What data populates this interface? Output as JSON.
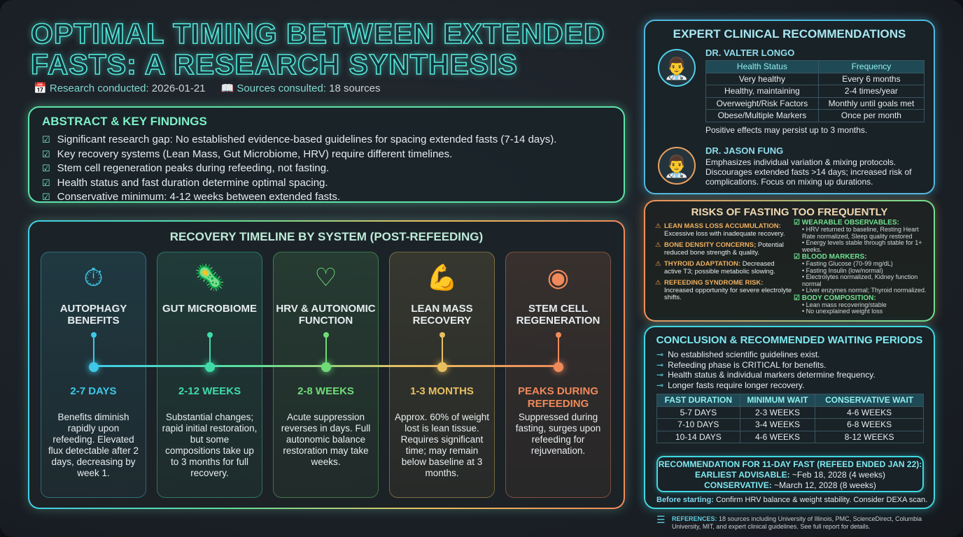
{
  "title": {
    "line1": "OPTIMAL TIMING BETWEEN EXTENDED",
    "line2": "FASTS: A RESEARCH SYNTHESIS"
  },
  "meta": {
    "research_label": "Research conducted:",
    "research_date": "2026-01-21",
    "sources_label": "Sources consulted:",
    "sources_value": "18 sources"
  },
  "abstract": {
    "heading": "ABSTRACT & KEY FINDINGS",
    "items": [
      "Significant research gap: No established evidence-based guidelines for spacing extended fasts (7-14 days).",
      "Key recovery systems (Lean Mass, Gut Microbiome, HRV) require different timelines.",
      "Stem cell regeneration peaks during refeeding, not fasting.",
      "Health status and fast duration determine optimal spacing.",
      "Conservative minimum: 4-12 weeks between extended fasts."
    ]
  },
  "timeline": {
    "heading": "RECOVERY TIMELINE BY SYSTEM (POST-REFEEDING)",
    "cards": [
      {
        "icon": "stopwatch-icon",
        "name": "AUTOPHAGY BENEFITS",
        "duration": "2-7 DAYS",
        "desc": "Benefits diminish rapidly upon refeeding. Elevated flux detectable after 2 days, decreasing by week 1.",
        "color": "#3fc8e8"
      },
      {
        "icon": "microbe-icon",
        "name": "GUT MICROBIOME",
        "duration": "2-12 WEEKS",
        "desc": "Substantial changes; rapid initial restoration, but some compositions take up to 3 months for full recovery.",
        "color": "#3fdca8"
      },
      {
        "icon": "heart-pulse-icon",
        "name": "HRV & AUTONOMIC FUNCTION",
        "duration": "2-8 WEEKS",
        "desc": "Acute suppression reverses in days. Full autonomic balance restoration may take weeks.",
        "color": "#6fdc78"
      },
      {
        "icon": "muscle-icon",
        "name": "LEAN MASS RECOVERY",
        "duration": "1-3 MONTHS",
        "desc": "Approx. 60% of weight lost is lean tissue. Requires significant time; may remain below baseline at 3 months.",
        "color": "#e8c060"
      },
      {
        "icon": "cell-icon",
        "name": "STEM CELL REGENERATION",
        "duration": "PEAKS DURING REFEEDING",
        "desc": "Suppressed during fasting, surges upon refeeding for rejuvenation.",
        "color": "#f08a5a"
      }
    ]
  },
  "experts": {
    "heading": "EXPERT CLINICAL RECOMMENDATIONS",
    "longo": {
      "name": "DR. VALTER LONGO",
      "headers": [
        "Health Status",
        "Frequency"
      ],
      "rows": [
        [
          "Very healthy",
          "Every 6 months"
        ],
        [
          "Healthy, maintaining",
          "2-4 times/year"
        ],
        [
          "Overweight/Risk Factors",
          "Monthly until goals met"
        ],
        [
          "Obese/Multiple Markers",
          "Once per month"
        ]
      ],
      "note": "Positive effects may persist up to 3 months."
    },
    "fung": {
      "name": "DR. JASON FUNG",
      "text": "Emphasizes individual variation & mixing protocols. Discourages extended fasts >14 days; increased risk of complications. Focus on mixing up durations."
    }
  },
  "risks": {
    "heading": "RISKS OF FASTING TOO FREQUENTLY",
    "items": [
      {
        "title": "LEAN MASS LOSS ACCUMULATION:",
        "text": "Excessive loss with inadequate recovery."
      },
      {
        "title": "BONE DENSITY CONCERNS;",
        "text": "Potential reduced bone strength & quality."
      },
      {
        "title": "THYROID ADAPTATION:",
        "text": "Decreased active T3; possible metabolic slowing."
      },
      {
        "title": "REFEEDING SYNDROME RISK:",
        "text": "Increased opportunity for severe electrolyte shifts."
      }
    ],
    "monitor": [
      {
        "title": "WEARABLE OBSERVABLES:",
        "items": [
          "HRV returned to baseline, Resting Heart Rate normalized, Sleep quality restored",
          "Energy levels stable through stable for 1+ weeks."
        ]
      },
      {
        "title": "BLOOD MARKERS:",
        "items": [
          "Fasting Glucose (70-99 mg/dL)",
          "Fasting Insulin (low/normal)",
          "Electrolytes normalized, Kidney function normal",
          "Liver enzymes normal; Thyroid normalized."
        ]
      },
      {
        "title": "BODY COMPOSITION:",
        "items": [
          "Lean mass recovering/stable",
          "No unexplained weight loss"
        ]
      }
    ]
  },
  "conclusion": {
    "heading": "CONCLUSION & RECOMMENDED WAITING PERIODS",
    "items": [
      "No established scientific guidelines exist.",
      "Refeeding phase is CRITICAL for benefits.",
      "Health status & individual markers determine frequency.",
      "Longer fasts require longer recovery."
    ],
    "headers": [
      "FAST DURATION",
      "MINIMUM WAIT",
      "CONSERVATIVE WAIT"
    ],
    "rows": [
      [
        "5-7 DAYS",
        "2-3 WEEKS",
        "4-6 WEEKS"
      ],
      [
        "7-10 DAYS",
        "3-4 WEEKS",
        "6-8 WEEKS"
      ],
      [
        "10-14 DAYS",
        "4-6 WEEKS",
        "8-12 WEEKS"
      ]
    ],
    "recommendation": {
      "title": "RECOMMENDATION FOR 11-DAY FAST (REFEED ENDED JAN 22):",
      "earliest_label": "EARLIEST ADVISABLE:",
      "earliest_value": "~Feb 18, 2028 (4 weeks)",
      "conservative_label": "CONSERVATIVE:",
      "conservative_value": "~March 12, 2028 (8 weeks)"
    },
    "before_label": "Before starting:",
    "before_text": "Confirm HRV balance & weight stability. Consider DEXA scan."
  },
  "references": {
    "label": "REFERENCES:",
    "text": "18 sources including University of Illinois, PMC, ScienceDirect, Columbia University, MIT, and expert clinical guidelines. See full report for details."
  }
}
